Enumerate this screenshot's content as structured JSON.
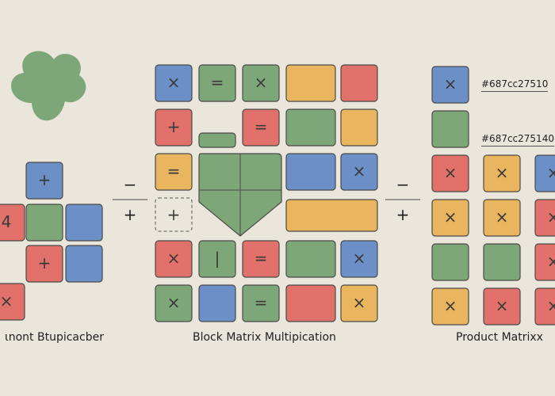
{
  "colors": {
    "blue": "#6b8fc6",
    "green": "#7ea779",
    "red": "#e2716b",
    "yellow": "#e9b55e",
    "stroke": "#4a4a48",
    "background": "#ebe6dc"
  },
  "captions": {
    "left": "ιnont Btupicacber",
    "center": "Block Matrix Multipication",
    "right": "Product Matrixx"
  },
  "hex_labels": [
    "#687cc27510",
    "#687cc275140"
  ],
  "operators": [
    "−",
    "+",
    "−",
    "+"
  ],
  "glyphs": {
    "times": "×",
    "plus": "+",
    "equals": "=",
    "bar": "|",
    "four": "4"
  },
  "icons": [
    "cloud-blob-icon",
    "heart-shape-icon",
    "dashed-placeholder-icon"
  ]
}
